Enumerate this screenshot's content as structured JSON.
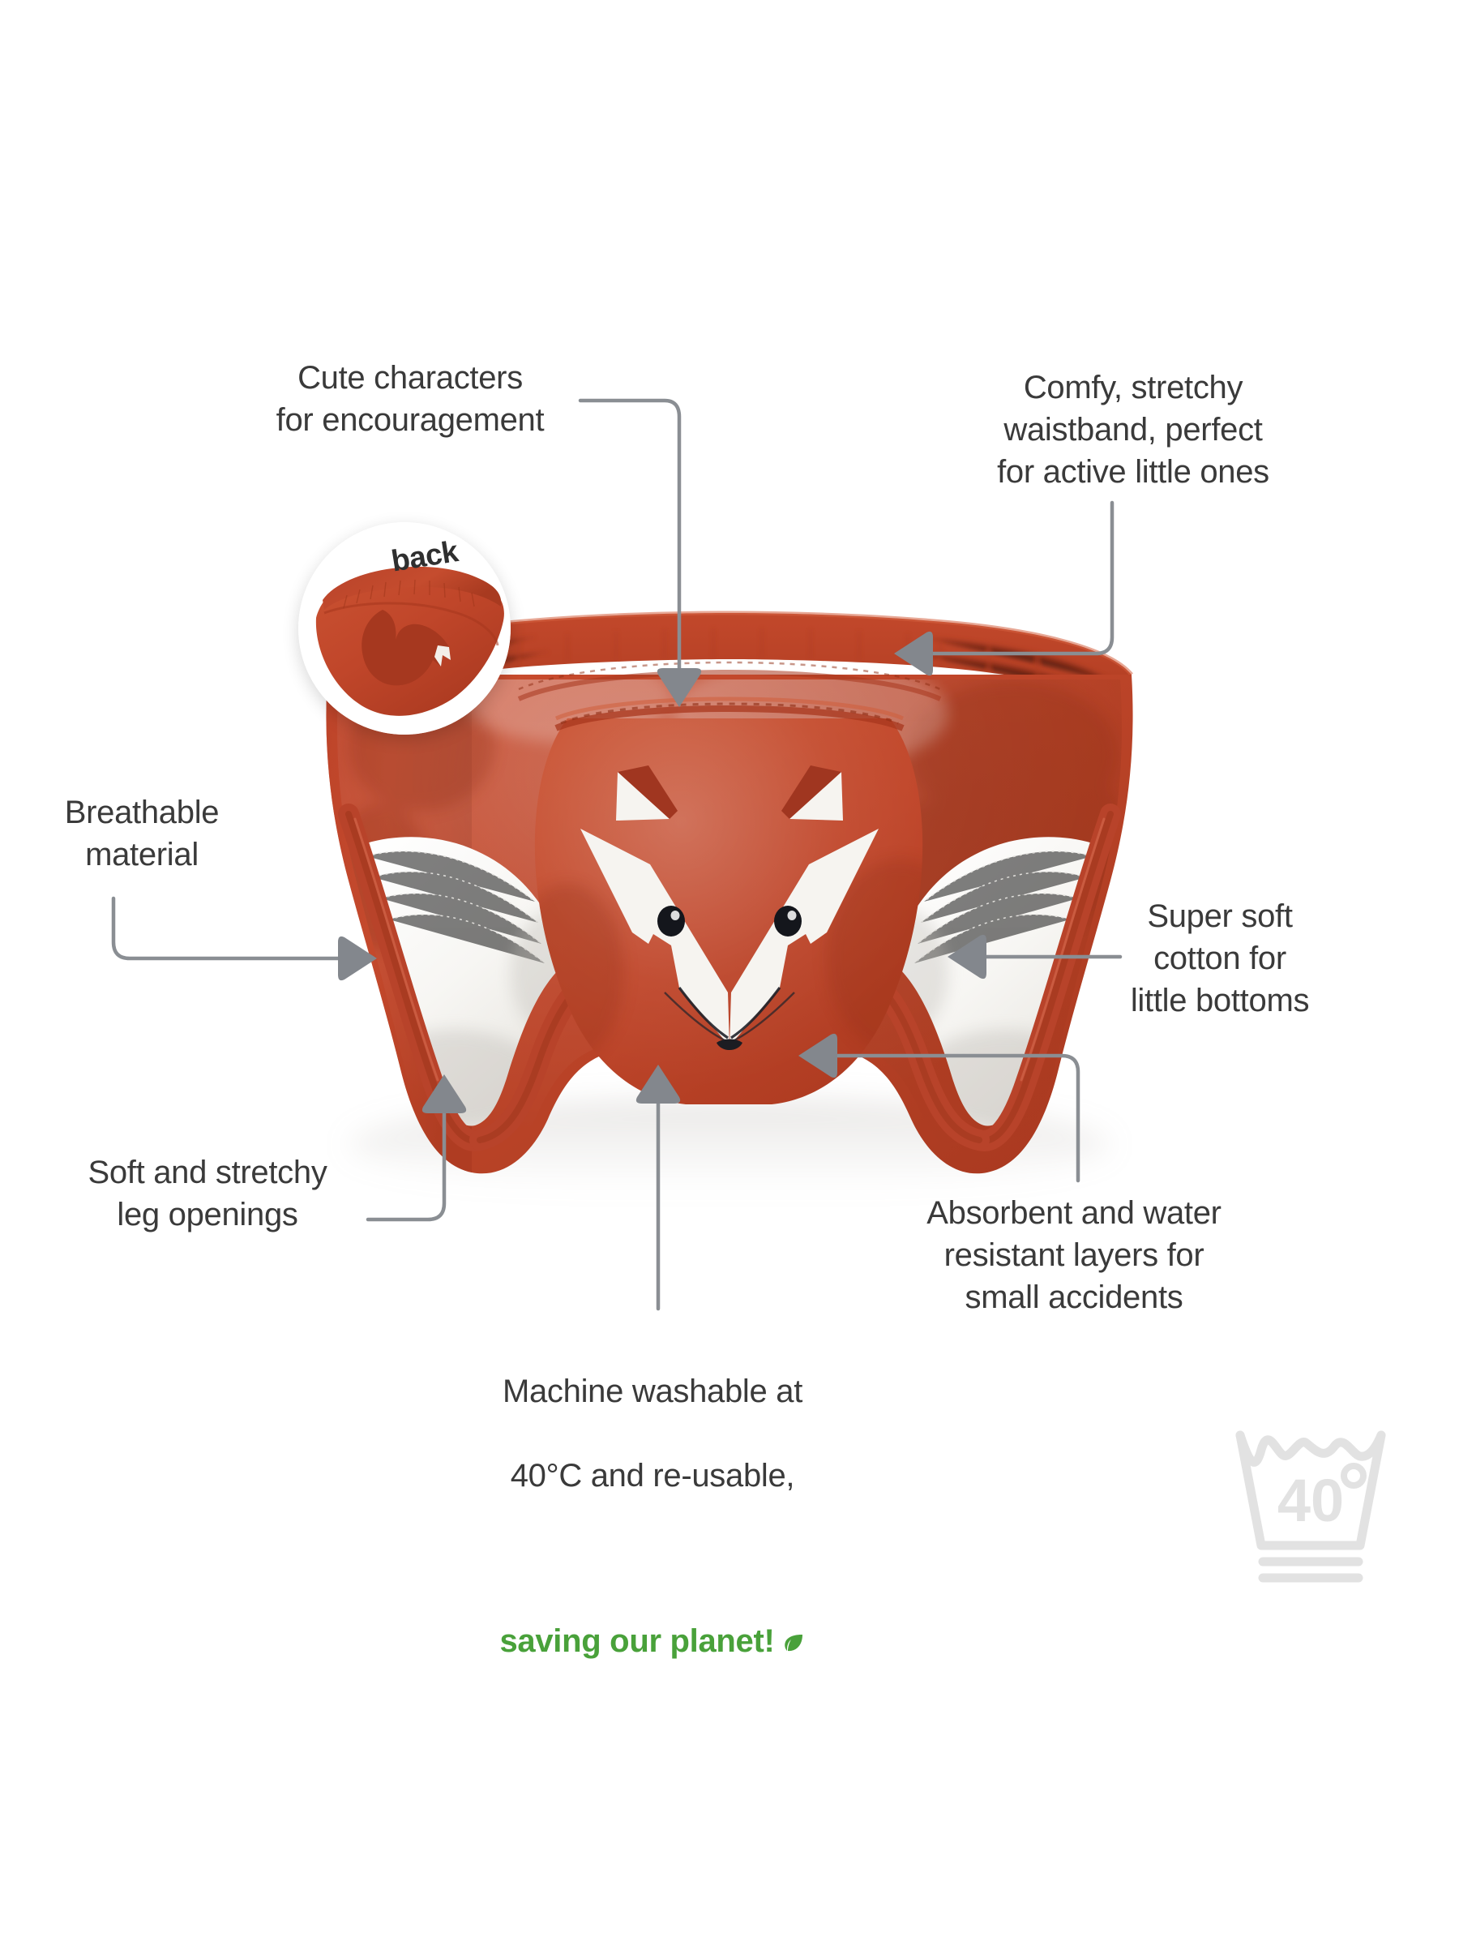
{
  "meta": {
    "title": "Fox training pants product feature infographic",
    "background_color": "#ffffff",
    "text_color": "#3a3a3a",
    "accent_green": "#49a13a",
    "leader_line_color": "#8a8e93",
    "fabric_color": "#c0462a",
    "fabric_color_dark": "#a8361f",
    "lining_color": "#f4f3f1"
  },
  "annotations": [
    {
      "id": "cute-characters",
      "label": "Cute characters\nfor encouragement",
      "align": "center",
      "points_to": "fox character print on front panel"
    },
    {
      "id": "comfy-waistband",
      "label": "Comfy, stretchy\nwaistband, perfect\nfor active little ones",
      "align": "center",
      "points_to": "elastic waistband"
    },
    {
      "id": "breathable-material",
      "label": "Breathable\nmaterial",
      "align": "center",
      "points_to": "white mesh inner lining"
    },
    {
      "id": "super-soft-cotton",
      "label": "Super soft\ncotton for\nlittle bottoms",
      "align": "center",
      "points_to": "cotton body fabric"
    },
    {
      "id": "soft-stretchy-legs",
      "label": "Soft and stretchy\nleg openings",
      "align": "center",
      "points_to": "leg opening elastic band"
    },
    {
      "id": "absorbent-layers",
      "label": "Absorbent and water\nresistant layers for\nsmall accidents",
      "align": "center",
      "points_to": "absorbent gusset panel"
    },
    {
      "id": "machine-washable",
      "label_line1": "Machine washable at",
      "label_line2": "40°C and re-usable,",
      "label_line3": "saving our planet!",
      "align": "center",
      "points_to": "garment body",
      "leaf_icon": "leaf-icon"
    }
  ],
  "back_inset": {
    "label": "back",
    "description": "circular inset showing the rear of the training pants with a fox tail print"
  },
  "care_symbol": {
    "name": "wash-40-degrees-delicate-icon",
    "temperature": "40°",
    "meaning": "Machine wash at 40 degrees, delicate cycle",
    "color": "#e2e2e2"
  },
  "product": {
    "name": "fox-training-pants",
    "character": "fox",
    "view": "front",
    "colors": {
      "body": "#c0462a",
      "body_shadow": "#9c3519",
      "waistband": "#bc4025",
      "ear_inner": "#9e3620",
      "face_white": "#f6f4f0",
      "eye": "#14161c",
      "muzzle": "#1c1c22"
    }
  }
}
